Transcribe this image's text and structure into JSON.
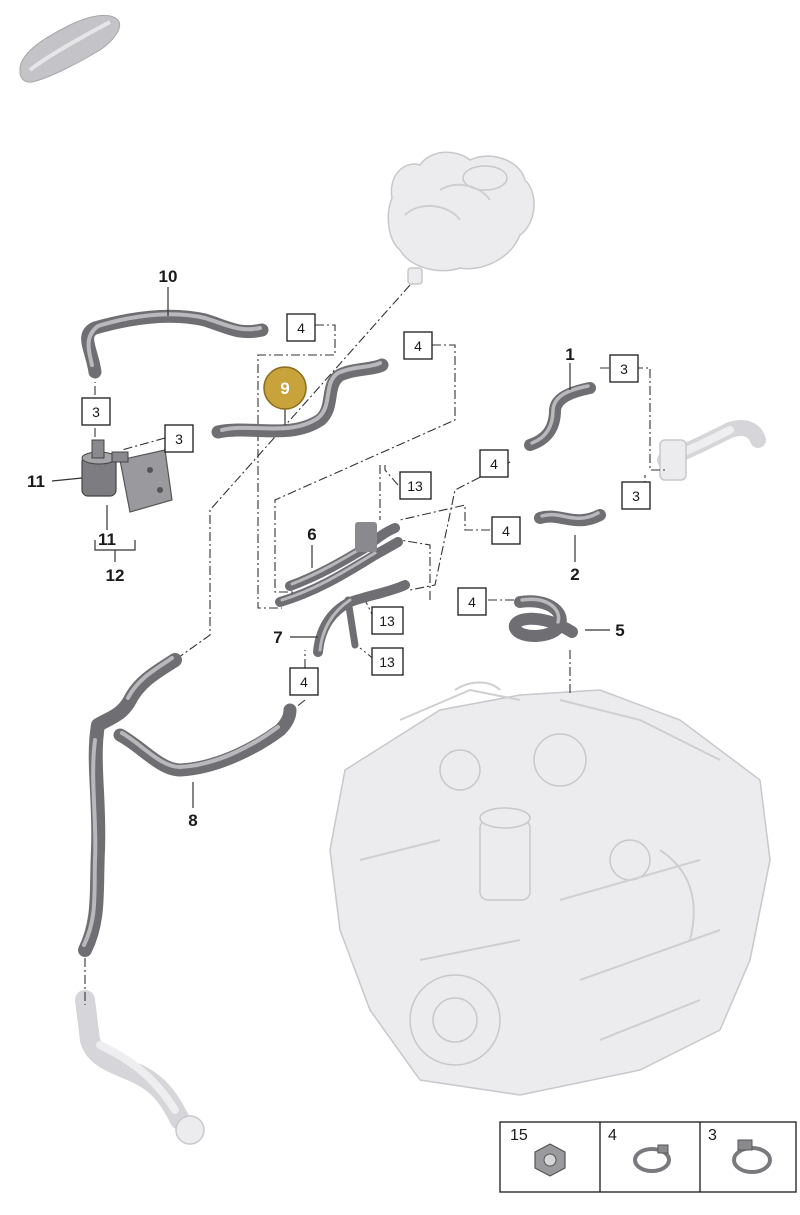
{
  "callouts": {
    "c1": "1",
    "c2": "2",
    "c5": "5",
    "c6": "6",
    "c7": "7",
    "c8": "8",
    "c9": "9",
    "c10": "10",
    "c11a": "11",
    "c11b": "11",
    "c12": "12"
  },
  "boxes": {
    "b4_top": "4",
    "b4_mid": "4",
    "b3_left": "3",
    "b3_valve": "3",
    "b3_right_top": "3",
    "b4_right": "4",
    "b3_right_mid": "3",
    "b13_top": "13",
    "b4_center": "4",
    "b4_lower": "4",
    "b13_mid": "13",
    "b13_low": "13",
    "b4_bottom": "4"
  },
  "legend": {
    "items": [
      {
        "label": "15",
        "icon": "hex-nut-icon"
      },
      {
        "label": "4",
        "icon": "hose-clamp-icon"
      },
      {
        "label": "3",
        "icon": "hose-clamp-icon"
      }
    ]
  },
  "highlight": {
    "part": "9",
    "color": "#c8a23a"
  },
  "colors": {
    "hose": "#6f6f73",
    "ghost": "#ececee"
  }
}
